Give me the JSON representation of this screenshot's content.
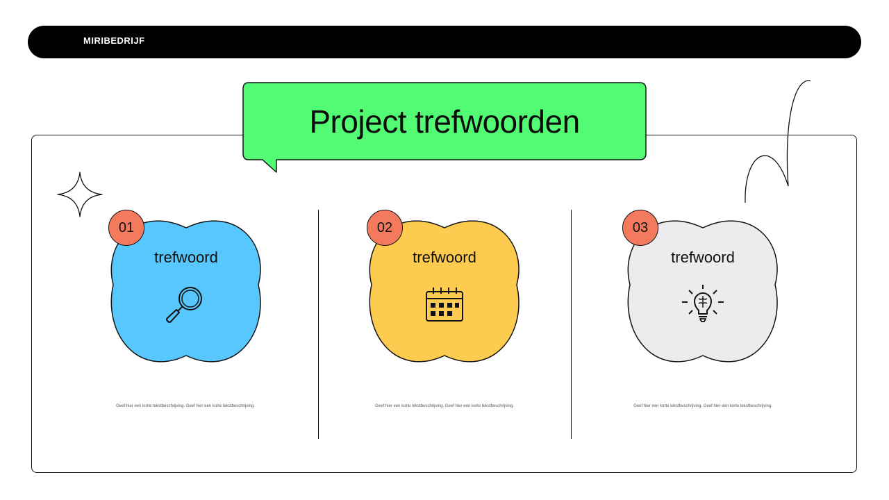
{
  "header": {
    "brand": "MIRIBEDRIJF"
  },
  "title": "Project trefwoorden",
  "colors": {
    "bubble": "#53fb74",
    "number_badge": "#f47a5e",
    "outline": "#111111"
  },
  "cards": [
    {
      "number": "01",
      "label": "trefwoord",
      "color": "#57c7fd",
      "icon": "magnifying-glass-icon",
      "description": "Geef hier een korte tekstbeschrijving. Geef hier een korte tekstbeschrijving."
    },
    {
      "number": "02",
      "label": "trefwoord",
      "color": "#fdcb4f",
      "icon": "calendar-icon",
      "description": "Geef hier een korte tekstbeschrijving. Geef hier een korte tekstbeschrijving."
    },
    {
      "number": "03",
      "label": "trefwoord",
      "color": "#ecebed",
      "icon": "brain-lightbulb-icon",
      "description": "Geef hier een korte tekstbeschrijving. Geef hier een korte tekstbeschrijving."
    }
  ]
}
